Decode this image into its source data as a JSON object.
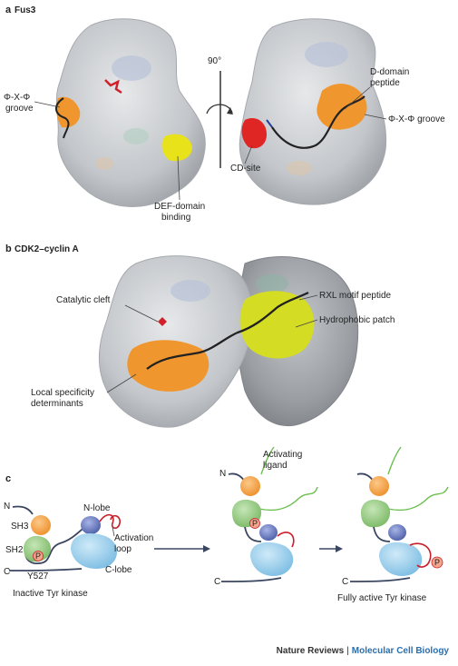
{
  "panel_a": {
    "letter": "a",
    "title": "Fus3",
    "rotation": "90°",
    "labels": {
      "phi_groove_left_1": "Φ-X-Φ",
      "phi_groove_left_2": "groove",
      "def_1": "DEF-domain",
      "def_2": "binding",
      "d_domain_1": "D-domain",
      "d_domain_2": "peptide",
      "phi_groove_right": "Φ-X-Φ groove",
      "cd_site": "CD-site"
    }
  },
  "panel_b": {
    "letter": "b",
    "title": "CDK2–cyclin A",
    "labels": {
      "catalytic": "Catalytic cleft",
      "rxl": "RXL motif peptide",
      "hydrophobic": "Hydrophobic patch",
      "local_1": "Local specificity",
      "local_2": "determinants"
    }
  },
  "panel_c": {
    "letter": "c",
    "labels": {
      "n_left": "N",
      "sh3": "SH3",
      "sh2": "SH2",
      "p": "P",
      "y527": "Y527",
      "c_left": "C",
      "n_lobe": "N-lobe",
      "activation_1": "Activation",
      "activation_2": "loop",
      "c_lobe": "C-lobe",
      "inactive": "Inactive Tyr kinase",
      "n_mid": "N",
      "activating_1": "Activating",
      "activating_2": "ligand",
      "c_mid": "C",
      "c_right": "C",
      "fully_active": "Fully active Tyr kinase"
    }
  },
  "footer": {
    "journal_1": "Nature Reviews",
    "separator": "|",
    "journal_2": "Molecular Cell Biology"
  },
  "colors": {
    "surface": "#c9ccd0",
    "orange": "#f0962e",
    "yellow": "#e8e21a",
    "red": "#e02525",
    "sh2_green": "#8cc47a",
    "nlobe_blue": "#5c6fb8",
    "clobe_cyan": "#8fcbea",
    "loop_red": "#c8202a",
    "ligand_green": "#6bbf4f",
    "phospho": "#f4a58c"
  }
}
